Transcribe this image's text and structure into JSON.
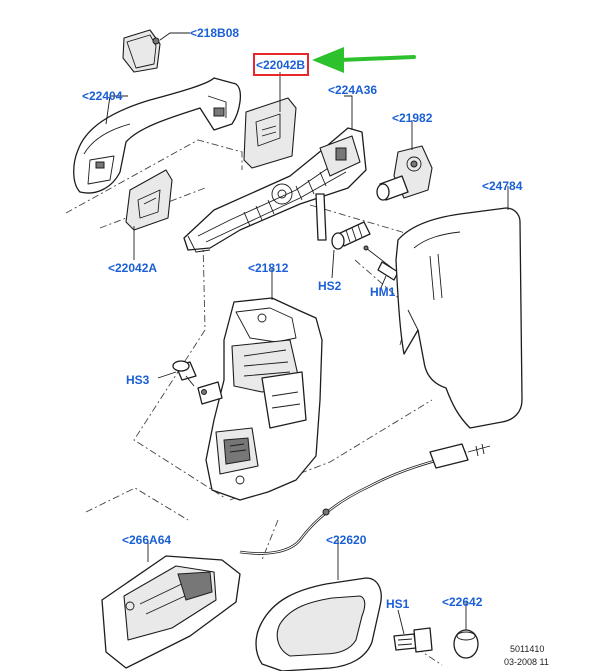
{
  "colors": {
    "label": "#1a5fd6",
    "highlight_box": "#e8272c",
    "arrow": "#2ec12e",
    "line": "#1d1d1d"
  },
  "labels": {
    "p218B08": "<218B08",
    "p22042B": "<22042B",
    "p22404": "<22404",
    "p224A36": "<224A36",
    "p21982": "<21982",
    "p24784": "<24784",
    "p22042A": "<22042A",
    "p21812": "<21812",
    "pHS2": "HS2",
    "pHM1": "HM1",
    "pHS3": "HS3",
    "p266A64": "<266A64",
    "p22620": "<22620",
    "pHS1": "HS1",
    "p22642": "<22642"
  },
  "reference": {
    "number": "5011410",
    "date": "03-2008 11"
  }
}
